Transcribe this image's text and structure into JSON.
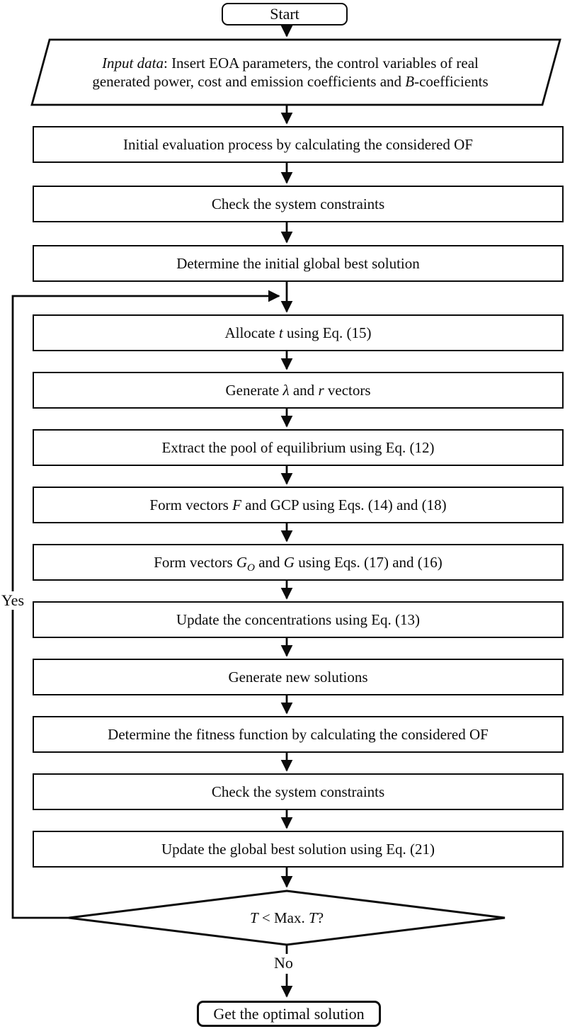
{
  "background": "#ffffff",
  "line_color": "#0b0b0b",
  "nodes": {
    "start": {
      "label": "Start"
    },
    "input_data": {
      "segments": [
        {
          "t": "Input data",
          "i": true
        },
        {
          "t": ": Insert EOA parameters, the control variables of real"
        },
        {
          "br": true
        },
        {
          "t": "generated power, cost and emission coefficients and "
        },
        {
          "t": "B",
          "i": true
        },
        {
          "t": "-coefficients"
        }
      ]
    },
    "steps": [
      {
        "key": "initial-evaluation",
        "segments": [
          {
            "t": "Initial evaluation process by calculating the considered OF"
          }
        ]
      },
      {
        "key": "check-constraints-1",
        "segments": [
          {
            "t": "Check the system constraints"
          }
        ]
      },
      {
        "key": "initial-global-best",
        "segments": [
          {
            "t": "Determine the initial global best solution"
          }
        ]
      },
      {
        "key": "allocate-t",
        "segments": [
          {
            "t": "Allocate "
          },
          {
            "t": "t",
            "i": true
          },
          {
            "t": " using Eq. (15)"
          }
        ]
      },
      {
        "key": "generate-lambda-r",
        "segments": [
          {
            "t": "Generate "
          },
          {
            "t": "λ",
            "i": true
          },
          {
            "t": " and "
          },
          {
            "t": "r",
            "i": true
          },
          {
            "t": " vectors"
          }
        ]
      },
      {
        "key": "extract-pool",
        "segments": [
          {
            "t": "Extract the pool of equilibrium using Eq. (12)"
          }
        ]
      },
      {
        "key": "form-f-gcp",
        "segments": [
          {
            "t": "Form vectors "
          },
          {
            "t": "F",
            "i": true
          },
          {
            "t": " and GCP using Eqs. (14) and (18)"
          }
        ]
      },
      {
        "key": "form-go-g",
        "segments": [
          {
            "t": "Form vectors "
          },
          {
            "t": "G",
            "i": true
          },
          {
            "t": "O",
            "i": true,
            "sub": true
          },
          {
            "t": " and "
          },
          {
            "t": "G",
            "i": true
          },
          {
            "t": " using Eqs. (17) and (16)"
          }
        ]
      },
      {
        "key": "update-concentrations",
        "segments": [
          {
            "t": "Update the concentrations using Eq. (13)"
          }
        ]
      },
      {
        "key": "generate-new-solutions",
        "segments": [
          {
            "t": "Generate new solutions"
          }
        ]
      },
      {
        "key": "fitness-function",
        "segments": [
          {
            "t": "Determine the fitness function by calculating the considered OF"
          }
        ]
      },
      {
        "key": "check-constraints-2",
        "segments": [
          {
            "t": "Check the system constraints"
          }
        ]
      },
      {
        "key": "update-global-best",
        "segments": [
          {
            "t": "Update the global best solution using Eq. (21)"
          }
        ]
      }
    ],
    "decision": {
      "segments": [
        {
          "t": "T",
          "i": true
        },
        {
          "t": " < Max. "
        },
        {
          "t": "T",
          "i": true
        },
        {
          "t": "?"
        }
      ]
    },
    "end": {
      "label": "Get the optimal solution"
    }
  },
  "edge_labels": {
    "yes": "Yes",
    "no": "No"
  }
}
